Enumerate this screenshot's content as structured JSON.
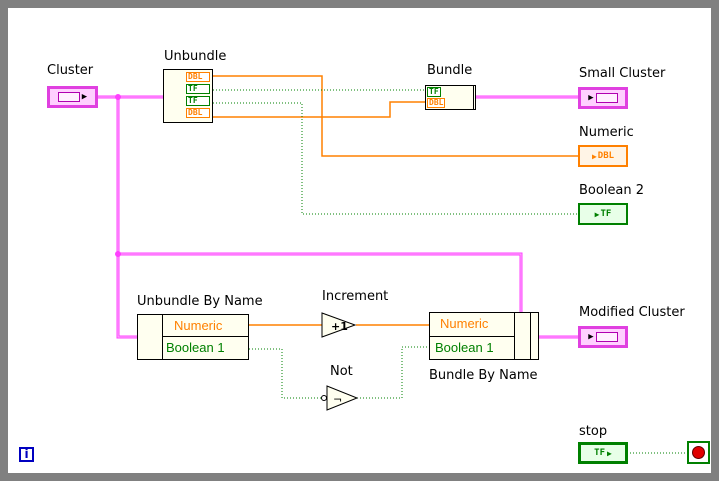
{
  "diagram": {
    "labels": {
      "cluster": "Cluster",
      "unbundle": "Unbundle",
      "bundle": "Bundle",
      "small_cluster": "Small Cluster",
      "numeric": "Numeric",
      "boolean2": "Boolean 2",
      "unbundle_by_name": "Unbundle By Name",
      "increment": "Increment",
      "not": "Not",
      "bundle_by_name": "Bundle By Name",
      "modified_cluster": "Modified Cluster",
      "stop": "stop",
      "iteration": "i"
    },
    "unbundle_outputs": [
      "DBL",
      "TF",
      "TF",
      "DBL"
    ],
    "bundle_inputs": [
      "TF",
      "DBL"
    ],
    "numeric_terminal": "DBL",
    "boolean_terminal": "TF",
    "stop_terminal": "TF",
    "unbundle_by_name_fields": [
      "Numeric",
      "Boolean 1"
    ],
    "bundle_by_name_fields": [
      "Numeric",
      "Boolean 1"
    ],
    "colors": {
      "cluster_wire": "#ff40ff",
      "numeric_wire": "#ff8000",
      "boolean_wire": "#008000",
      "loop_border": "#808080",
      "stop_button": "#e00000",
      "iteration_terminal": "#0000c0"
    }
  }
}
